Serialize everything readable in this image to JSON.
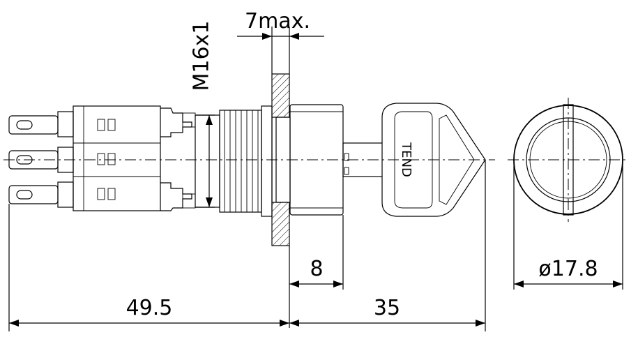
{
  "dimensions": {
    "panel_thickness": "7max.",
    "thread": "M16x1",
    "depth_front": "8",
    "length_rear": "49.5",
    "length_front": "35",
    "diameter": "ø17.8"
  },
  "key_marking": "TEND"
}
